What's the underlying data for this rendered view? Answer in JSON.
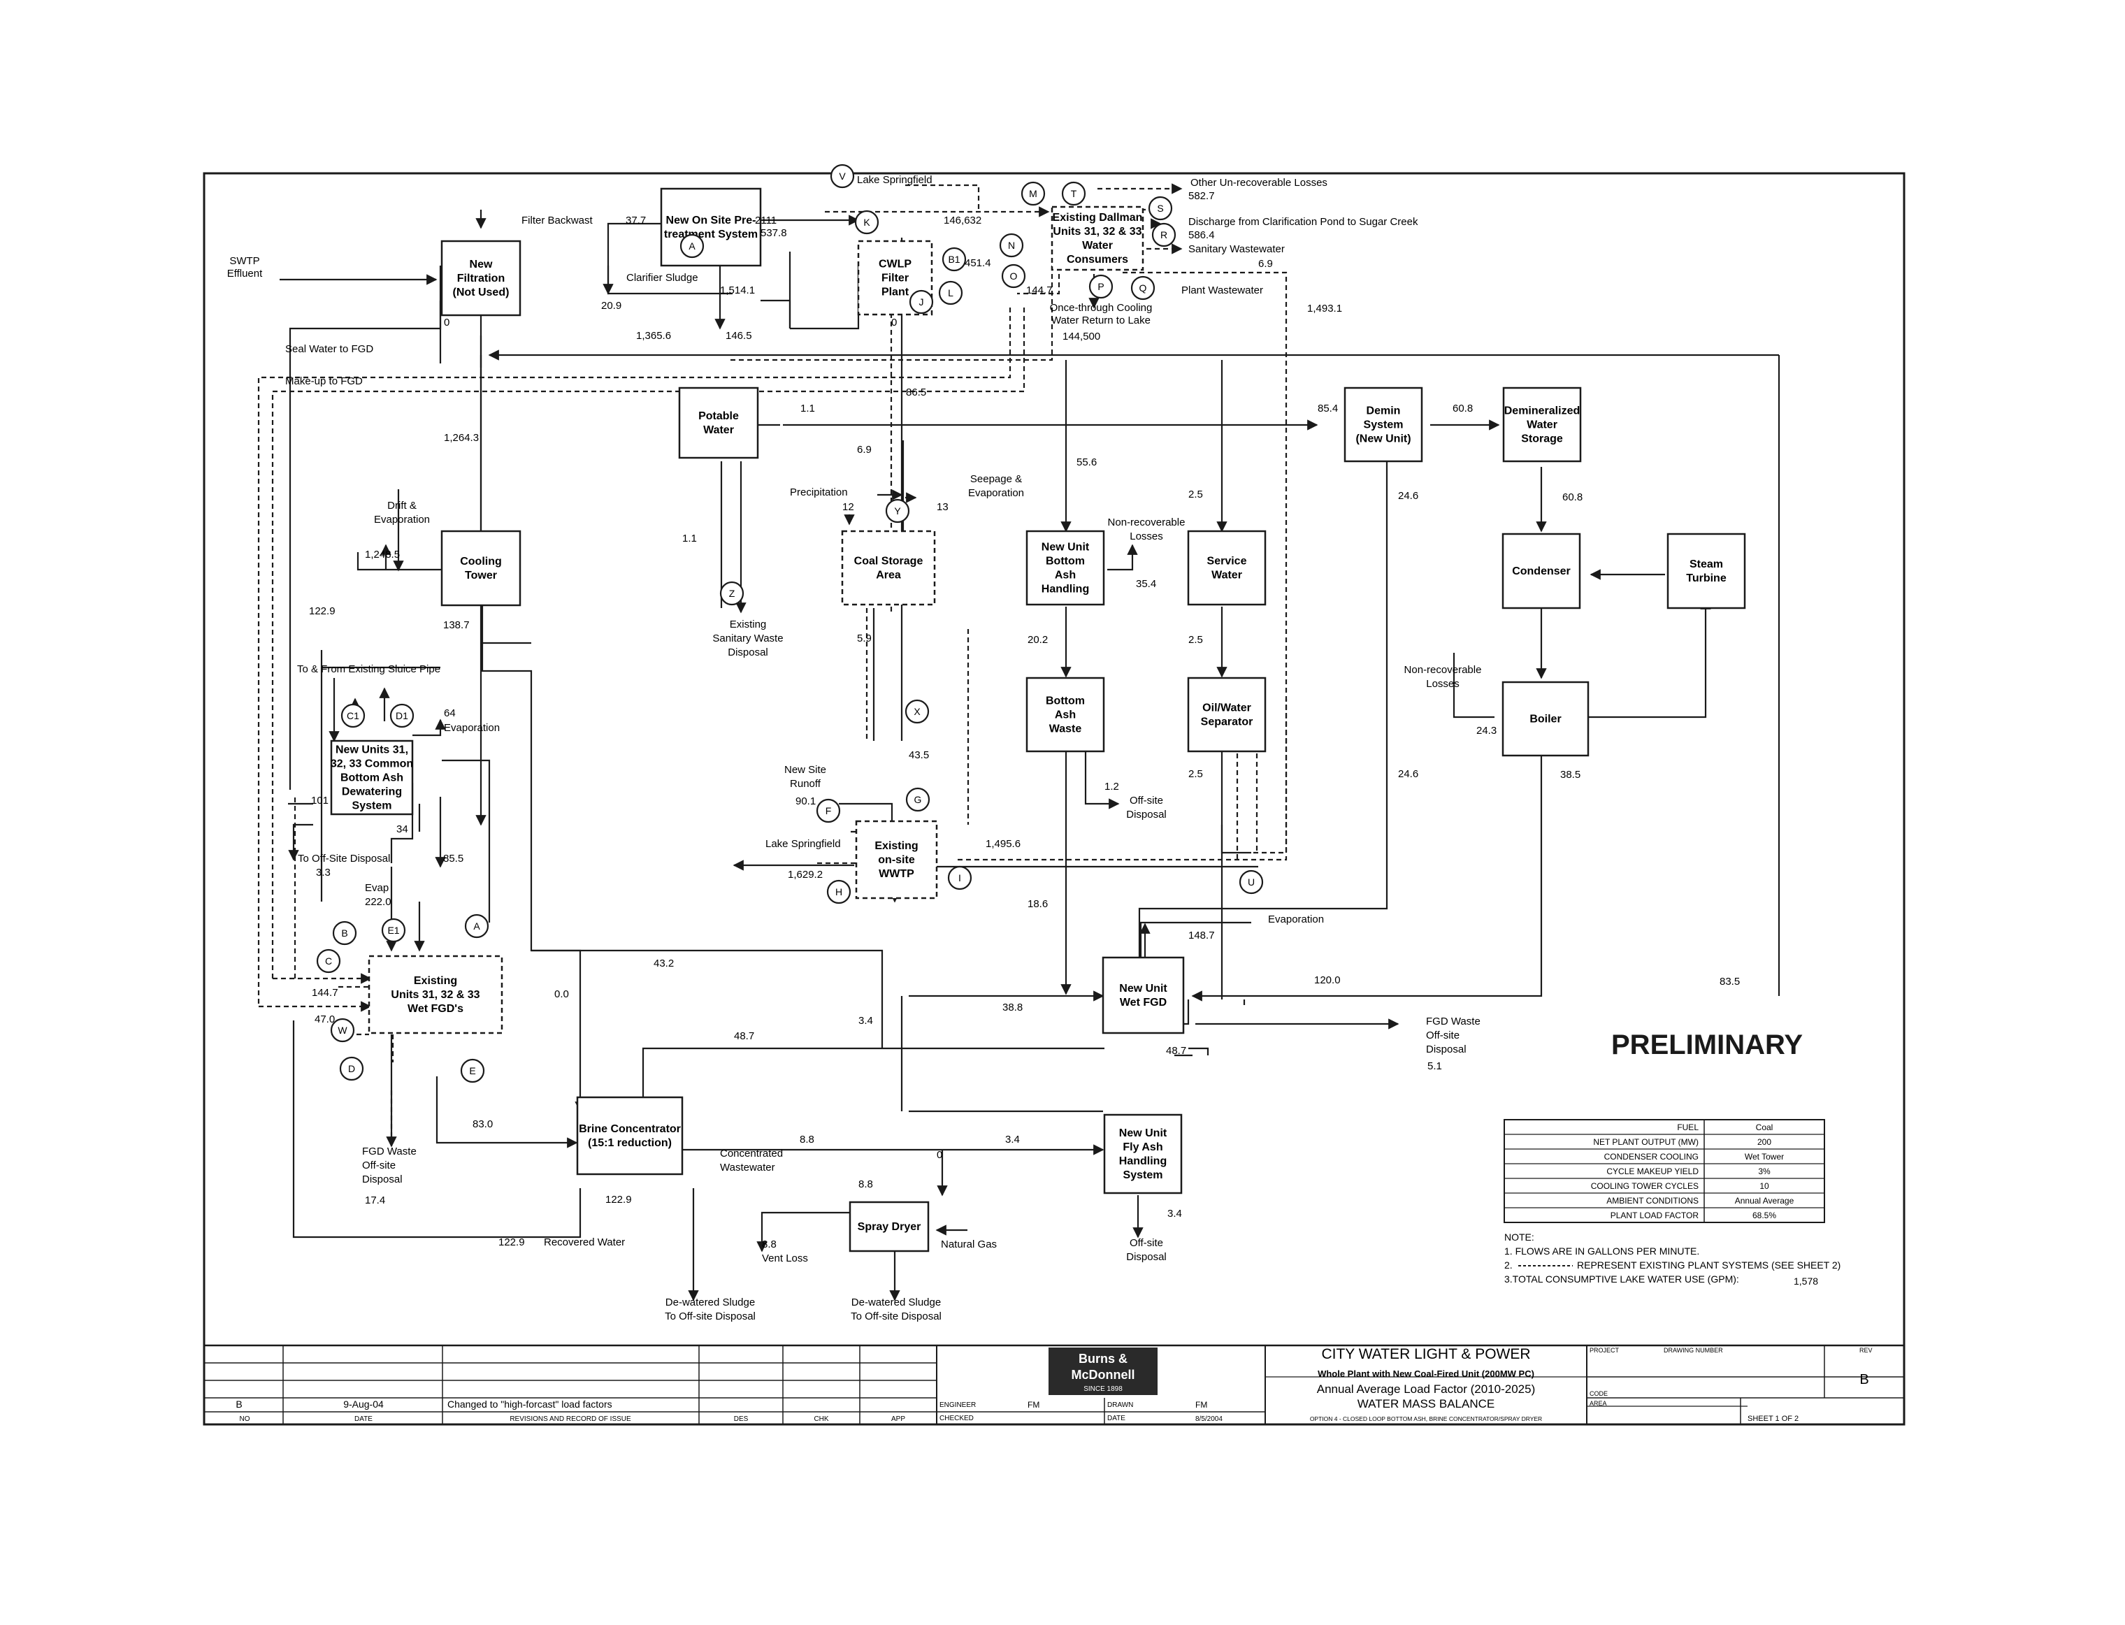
{
  "nodes": {
    "new_filtration": [
      "New",
      "Filtration",
      "(Not Used)"
    ],
    "pretreatment": [
      "New On Site Pre-",
      "treatment System"
    ],
    "cwlp_filter": [
      "CWLP",
      "Filter",
      "Plant"
    ],
    "dallman_consumers": [
      "Existing Dallman",
      "Units 31, 32 & 33",
      "Water",
      "Consumers"
    ],
    "potable_water": [
      "Potable",
      "Water"
    ],
    "demin_system": [
      "Demin",
      "System",
      "(New Unit)"
    ],
    "demin_storage": [
      "Demineralized",
      "Water",
      "Storage"
    ],
    "cooling_tower": [
      "Cooling",
      "Tower"
    ],
    "coal_storage": [
      "Coal Storage",
      "Area"
    ],
    "bottom_ash_handling": [
      "New Unit",
      "Bottom",
      "Ash",
      "Handling"
    ],
    "service_water": [
      "Service",
      "Water"
    ],
    "condenser": [
      "Condenser"
    ],
    "steam_turbine": [
      "Steam",
      "Turbine"
    ],
    "bottom_ash_waste": [
      "Bottom",
      "Ash",
      "Waste"
    ],
    "oil_water_separator": [
      "Oil/Water",
      "Separator"
    ],
    "boiler": [
      "Boiler"
    ],
    "dewatering": [
      "New Units 31,",
      "32, 33 Common",
      "Bottom Ash",
      "Dewatering",
      "System"
    ],
    "wwtp": [
      "Existing",
      "on-site",
      "WWTP"
    ],
    "existing_fgd": [
      "Existing",
      "Units 31, 32 & 33",
      "Wet FGD's"
    ],
    "new_fgd": [
      "New Unit",
      "Wet FGD"
    ],
    "brine_concentrator": [
      "Brine Concentrator",
      "(15:1 reduction)"
    ],
    "fly_ash": [
      "New Unit",
      "Fly Ash",
      "Handling",
      "System"
    ],
    "spray_dryer": [
      "Spray Dryer"
    ]
  },
  "circles": {
    "A": "A",
    "A2": "A",
    "V": "V",
    "K": "K",
    "M": "M",
    "T": "T",
    "S": "S",
    "R": "R",
    "N": "N",
    "B1": "B1",
    "J": "J",
    "L": "L",
    "O": "O",
    "P": "P",
    "Q": "Q",
    "Y": "Y",
    "Z": "Z",
    "X": "X",
    "C1": "C1",
    "D1": "D1",
    "F": "F",
    "G": "G",
    "H": "H",
    "I": "I",
    "U": "U",
    "B": "B",
    "E1": "E1",
    "C": "C",
    "W": "W",
    "D": "D",
    "E": "E"
  },
  "labels": {
    "swtp": [
      "SWTP",
      "Effluent"
    ],
    "filter_backwash": "Filter Backwast",
    "clarifier_sludge": "Clarifier Sludge",
    "lake_springfield_top": "Lake Springfield",
    "other_unrecoverable": "Other Un-recoverable Losses",
    "discharge_sugar_creek": "Discharge from Clarification Pond to Sugar Creek",
    "sanitary_wastewater": "Sanitary Wastewater",
    "plant_wastewater": "Plant Wastewater",
    "once_through": [
      "Once-through Cooling",
      "Water Return to Lake"
    ],
    "seal_water": "Seal Water to FGD",
    "makeup_fgd": "Make-up to FGD",
    "drift_evap": [
      "Drift &",
      "Evaporation"
    ],
    "precipitation": "Precipitation",
    "seepage": [
      "Seepage &",
      "Evaporation"
    ],
    "nonrecoverable_1": [
      "Non-recoverable",
      "Losses"
    ],
    "existing_sanitary": [
      "Existing",
      "Sanitary Waste",
      "Disposal"
    ],
    "nonrecoverable_2": [
      "Non-recoverable",
      "Losses"
    ],
    "sluice_pipe": "To & From Existing Sluice Pipe",
    "evaporation_64": "Evaporation",
    "new_site_runoff": [
      "New Site",
      "Runoff"
    ],
    "offsite_disposal_ash": [
      "Off-site",
      "Disposal"
    ],
    "lake_springfield_mid": "Lake Springfield",
    "to_offsite_disposal": "To Off-Site Disposal",
    "evap": "Evap",
    "evaporation_fgd": "Evaporation",
    "fgd_waste_offsite": [
      "FGD Waste",
      "Off-site",
      "Disposal"
    ],
    "fgd_waste_left": [
      "FGD Waste",
      "Off-site",
      "Disposal"
    ],
    "concentrated_ww": [
      "Concentrated",
      "Wastewater"
    ],
    "recovered_water": "Recovered Water",
    "vent_loss": "Vent Loss",
    "natural_gas": "Natural Gas",
    "fly_offsite": [
      "Off-site",
      "Disposal"
    ],
    "dewatered_1": [
      "De-watered Sludge",
      "To Off-site Disposal"
    ],
    "dewatered_2": [
      "De-watered Sludge",
      "To Off-site Disposal"
    ]
  },
  "values": {
    "v37_7": "37.7",
    "v2111": "2111",
    "v146632": "146,632",
    "v582_7": "582.7",
    "v586_4": "586.4",
    "v6_9": "6.9",
    "v537_8": "537.8",
    "v451_4": "451.4",
    "v144_7a": "144.7",
    "v0_filt": "0",
    "v20_9": "20.9",
    "v1514_1": "1,514.1",
    "v1365_6": "1,365.6",
    "v146_5": "146.5",
    "v0_cwlp": "0",
    "v144500": "144,500",
    "v1493_1": "1,493.1",
    "v86_5": "86.5",
    "v1_1a": "1.1",
    "v85_4": "85.4",
    "v60_8": "60.8",
    "v1264_3": "1,264.3",
    "v6_9b": "6.9",
    "v55_6": "55.6",
    "v12": "12",
    "v13": "13",
    "v2_5a": "2.5",
    "v24_6a": "24.6",
    "v60_8b": "60.8",
    "v1248_5": "1,248.5",
    "v1_1b": "1.1",
    "v35_4": "35.4",
    "v122_9a": "122.9",
    "v138_7": "138.7",
    "v5_9": "5.9",
    "v20_2": "20.2",
    "v2_5b": "2.5",
    "v64": "64",
    "v24_3": "24.3",
    "v43_5": "43.5",
    "v101": "101",
    "v90_1": "90.1",
    "v1_2": "1.2",
    "v24_6b": "24.6",
    "v38_5": "38.5",
    "v2_5c": "2.5",
    "v34": "34",
    "v1629_2": "1,629.2",
    "v1495_6": "1,495.6",
    "v3_3": "3.3",
    "v85_5": "85.5",
    "v222_0": "222.0",
    "v18_6": "18.6",
    "v148_7": "148.7",
    "v43_2": "43.2",
    "v144_7b": "144.7",
    "v0_0": "0.0",
    "v120_0": "120.0",
    "v83_5": "83.5",
    "v38_8": "38.8",
    "v47_0": "47.0",
    "v3_4a": "3.4",
    "v48_7a": "48.7",
    "v48_7b": "48.7",
    "v5_1": "5.1",
    "v83_0": "83.0",
    "v8_8a": "8.8",
    "v0_c": "0",
    "v3_4b": "3.4",
    "v17_4": "17.4",
    "v122_9b": "122.9",
    "v8_8b": "8.8",
    "v3_4c": "3.4",
    "v122_9c": "122.9",
    "v8_8c": "8.8"
  },
  "preliminary": "PRELIMINARY",
  "spec_table": [
    {
      "label": "FUEL",
      "value": "Coal"
    },
    {
      "label": "NET PLANT OUTPUT (MW)",
      "value": "200"
    },
    {
      "label": "CONDENSER COOLING",
      "value": "Wet Tower"
    },
    {
      "label": "CYCLE MAKEUP YIELD",
      "value": "3%"
    },
    {
      "label": "COOLING TOWER CYCLES",
      "value": "10"
    },
    {
      "label": "AMBIENT CONDITIONS",
      "value": "Annual Average"
    },
    {
      "label": "PLANT LOAD FACTOR",
      "value": "68.5%"
    }
  ],
  "notes": {
    "title": "NOTE:",
    "n1": "1. FLOWS ARE IN GALLONS PER MINUTE.",
    "n2_prefix": "2.",
    "n2": "REPRESENT EXISTING PLANT SYSTEMS (SEE SHEET 2)",
    "n3": "3.TOTAL CONSUMPTIVE LAKE WATER USE (GPM):",
    "n3_value": "1,578"
  },
  "title_block": {
    "rev_letter": "B",
    "rev_date": "9-Aug-04",
    "rev_desc": "Changed to \"high-forcast\" load factors",
    "hdr_no": "NO",
    "hdr_date": "DATE",
    "hdr_revisions": "REVISIONS AND RECORD OF ISSUE",
    "hdr_des": "DES",
    "hdr_chk": "CHK",
    "hdr_app": "APP",
    "logo_1": "Burns &",
    "logo_2": "McDonnell",
    "logo_3": "SINCE 1898",
    "engineer_lbl": "ENGINEER",
    "engineer_val": "FM",
    "checked_lbl": "CHECKED",
    "drawn_lbl": "DRAWN",
    "drawn_val": "FM",
    "date_lbl": "DATE",
    "date_val": "8/5/2004",
    "company": "CITY WATER LIGHT & POWER",
    "subtitle": "Whole Plant with New Coal-Fired Unit (200MW PC)",
    "line3": "Annual Average Load Factor (2010-2025)",
    "line4": "WATER MASS BALANCE",
    "line5": "OPTION 4 - CLOSED LOOP BOTTOM ASH, BRINE CONCENTRATOR/SPRAY DRYER",
    "project_lbl": "PROJECT",
    "drawing_lbl": "DRAWING NUMBER",
    "rev_lbl": "REV",
    "rev_val": "B",
    "code_lbl": "CODE",
    "area_lbl": "AREA",
    "sheet": "SHEET 1 OF 2"
  }
}
